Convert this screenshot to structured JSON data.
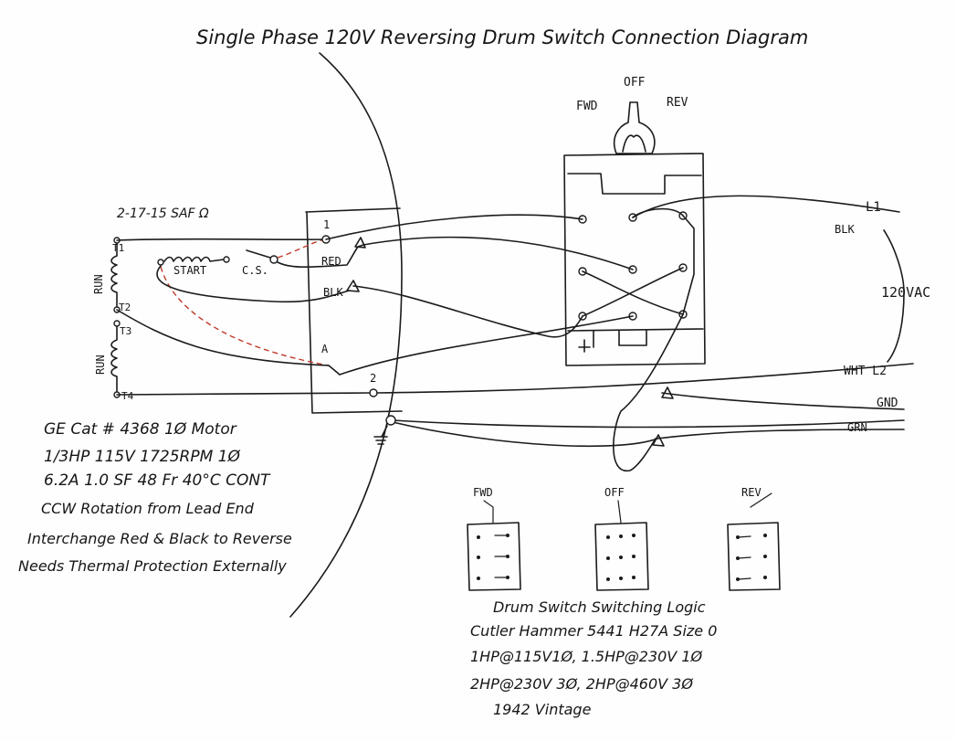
{
  "title": "Single Phase 120V Reversing Drum Switch Connection Diagram",
  "signature": "2-17-15 SAF Ω",
  "switch_positions": {
    "off": "OFF",
    "fwd": "FWD",
    "rev": "REV"
  },
  "motor_terminals": {
    "t1": "T1",
    "t2": "T2",
    "t3": "T3",
    "t4": "T4",
    "run1": "RUN",
    "run2": "RUN",
    "start": "START",
    "cs": "C.S."
  },
  "junction_labels": {
    "j1": "1",
    "j2": "2",
    "ja": "A",
    "red": "RED",
    "blk": "BLK"
  },
  "supply": {
    "l1": "L1",
    "blk": "BLK",
    "vac": "120VAC",
    "l2": "WHT L2",
    "gnd": "GND",
    "grn": "GRN"
  },
  "motor_notes": [
    "GE Cat # 4368   1Ø Motor",
    "1/3HP   115V   1725RPM   1Ø",
    "6.2A   1.0 SF   48 Fr   40°C   CONT",
    "CCW Rotation from Lead End",
    "Interchange Red & Black to Reverse",
    "Needs Thermal Protection Externally"
  ],
  "logic_panels": {
    "fwd": "FWD",
    "off": "OFF",
    "rev": "REV"
  },
  "logic_notes": [
    "Drum Switch Switching Logic",
    "Cutler Hammer 5441 H27A   Size 0",
    "1HP@115V1Ø,  1.5HP@230V 1Ø",
    "2HP@230V 3Ø,  2HP@460V 3Ø",
    "1942 Vintage"
  ]
}
